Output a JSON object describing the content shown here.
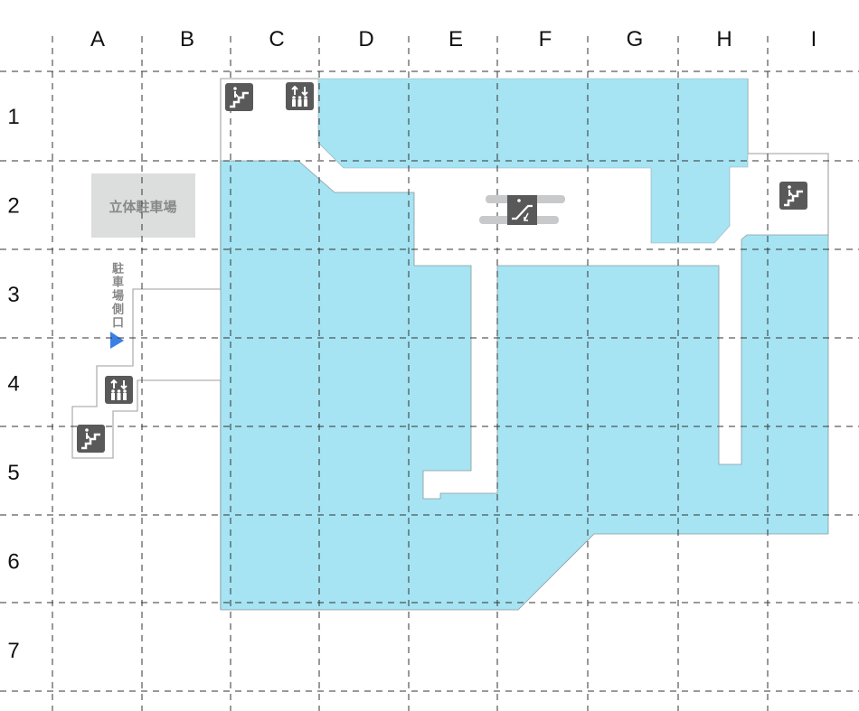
{
  "map": {
    "columns": [
      "A",
      "B",
      "C",
      "D",
      "E",
      "F",
      "G",
      "H",
      "I"
    ],
    "rows": [
      "1",
      "2",
      "3",
      "4",
      "5",
      "6",
      "7"
    ],
    "parking_label": "立体駐車場",
    "entrance_label": "駐車場側口",
    "facilities": [
      {
        "type": "stairs-icon",
        "cell": "C1"
      },
      {
        "type": "elevator-icon",
        "cell": "C1"
      },
      {
        "type": "escalator-icon",
        "cell": "F2"
      },
      {
        "type": "stairs-icon",
        "cell": "I2"
      },
      {
        "type": "elevator-icon",
        "cell": "A4"
      },
      {
        "type": "stairs-icon",
        "cell": "A5"
      }
    ],
    "colors": {
      "shop_area": "#a6e4f3",
      "icon_bg": "#595959",
      "parking_bg": "#dcdddd",
      "entrance_arrow": "#3a7fe6",
      "outline": "#b0b0b0"
    }
  }
}
